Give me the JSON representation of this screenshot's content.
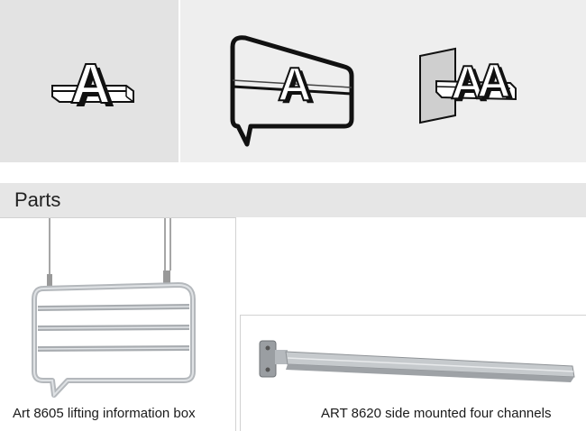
{
  "section": {
    "title": "Parts"
  },
  "glyphs": {
    "letter": "A"
  },
  "parts": [
    {
      "caption": "Art 8605 lifting information box"
    },
    {
      "caption": "ART 8620 side mounted four channels"
    }
  ],
  "colors": {
    "panel_light": "#e3e3e3",
    "panel_lighter": "#eeeeee",
    "header_bg": "#e6e6e6"
  }
}
